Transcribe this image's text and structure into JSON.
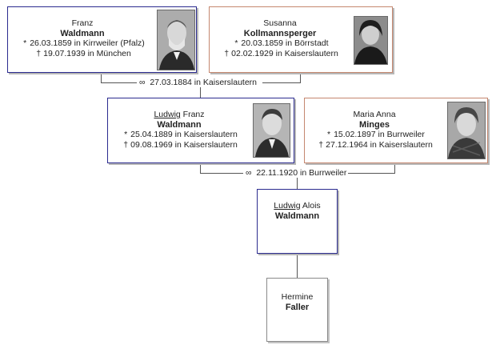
{
  "people": {
    "franz": {
      "given": "Franz",
      "surname": "Waldmann",
      "birth": "26.03.1859 in Kirrweiler (Pfalz)",
      "death": "19.07.1939 in München"
    },
    "susanna": {
      "given": "Susanna",
      "surname": "Kollmannsperger",
      "birth": "20.03.1859 in Börrstadt",
      "death": "02.02.1929 in Kaiserslautern"
    },
    "ludwig": {
      "given_first": "Ludwig",
      "given_rest": " Franz",
      "surname": "Waldmann",
      "birth": "25.04.1889 in Kaiserslautern",
      "death": "09.08.1969 in Kaiserslautern"
    },
    "maria": {
      "given": "Maria Anna",
      "surname": "Minges",
      "birth": "15.02.1897 in Burrweiler",
      "death": "27.12.1964 in Kaiserslautern"
    },
    "ludwig_alois": {
      "given_first": "Ludwig",
      "given_rest": " Alois",
      "surname": "Waldmann"
    },
    "hermine": {
      "given": "Hermine",
      "surname": "Faller"
    }
  },
  "marriages": {
    "m1": "27.03.1884 in Kaiserslautern",
    "m2": "22.11.1920 in Burrweiler"
  },
  "symbols": {
    "birth": "*",
    "death": "†",
    "marriage": "∞"
  }
}
